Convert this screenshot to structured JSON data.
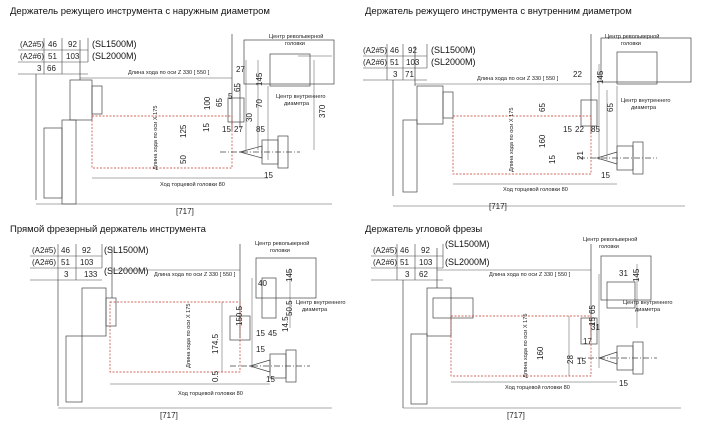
{
  "panels": [
    {
      "id": "od",
      "title": "Держатель режущего инструмента с наружным диаметром",
      "legend": {
        "row1": "(A2#5)",
        "row2": "(A2#6)",
        "a1": "46",
        "b1": "92",
        "a2": "51",
        "b2": "103",
        "c3": "3",
        "d3": "66"
      },
      "models": [
        "(SL1500M)",
        "(SL2000M)"
      ],
      "turret_center": [
        "Центр револьверной",
        "головки"
      ],
      "inner_diameter_center": [
        "Центр внутреннего",
        "диаметра"
      ],
      "z_travel": "Длина хода по оси Z 330 [ 550 ]",
      "x_travel": "Длина хода по оси X 175",
      "face_travel": "Ход торцевой головки 80",
      "total": "[717]",
      "dims": [
        "27",
        "145",
        "370",
        "65",
        "5",
        "100",
        "65",
        "70",
        "30",
        "125",
        "15",
        "15",
        "27",
        "85",
        "50",
        "15"
      ]
    },
    {
      "id": "id",
      "title": "Держатель режущего инструмента с внутренним диаметром",
      "legend": {
        "row1": "(A2#5)",
        "row2": "(A2#6)",
        "a1": "46",
        "b1": "92",
        "a2": "51",
        "b2": "103",
        "c3": "3",
        "d3": "71"
      },
      "models": [
        "(SL1500M)",
        "(SL2000M)"
      ],
      "turret_center": [
        "Центр револьверной",
        "головки"
      ],
      "inner_diameter_center": [
        "Центр внутреннего",
        "диаметра"
      ],
      "z_travel": "Длина хода по оси Z 330 [ 550 ]",
      "x_travel": "Длина хода по оси X 175",
      "face_travel": "Ход торцевой головки 80",
      "total": "[717]",
      "dims": [
        "22",
        "145",
        "65",
        "65",
        "160",
        "15",
        "22",
        "85",
        "15",
        "21",
        "15"
      ]
    },
    {
      "id": "mill",
      "title": "Прямой фрезерный держатель инструмента",
      "legend": {
        "row1": "(A2#5)",
        "row2": "(A2#6)",
        "a1": "46",
        "b1": "92",
        "a2": "51",
        "b2": "103",
        "c3": "3",
        "d3": "133"
      },
      "models": [
        "(SL1500M)",
        "(SL2000M)"
      ],
      "turret_center": [
        "Центр револьверной",
        "головки"
      ],
      "inner_diameter_center": [
        "Центр внутреннего",
        "диаметра"
      ],
      "z_travel": "Длина хода по оси Z 330 [ 550 ]",
      "x_travel": "Длина хода по оси X 175",
      "face_travel": "Ход торцевой головки 80",
      "total": "[717]",
      "dims": [
        "40",
        "145",
        "150.5",
        "50.5",
        "14.5",
        "15",
        "174.5",
        "45",
        "15",
        "0.5",
        "15"
      ]
    },
    {
      "id": "angle",
      "title": "Держатель угловой фрезы",
      "legend": {
        "row1": "(A2#5)",
        "row2": "(A2#6)",
        "a1": "46",
        "b1": "92",
        "a2": "51",
        "b2": "103",
        "c3": "3",
        "d3": "62"
      },
      "models": [
        "(SL1500M)",
        "(SL2000M)"
      ],
      "turret_center": [
        "Центр револьверной",
        "головки"
      ],
      "inner_diameter_center": [
        "Центр внутреннего",
        "диаметра"
      ],
      "z_travel": "Длина хода по оси Z 330 [ 550 ]",
      "x_travel": "Длина хода по оси X 175",
      "face_travel": "Ход торцевой головки 80",
      "total": "[717]",
      "dims": [
        "31",
        "145",
        "65",
        "15",
        "31",
        "160",
        "17",
        "28",
        "15",
        "15"
      ]
    }
  ]
}
